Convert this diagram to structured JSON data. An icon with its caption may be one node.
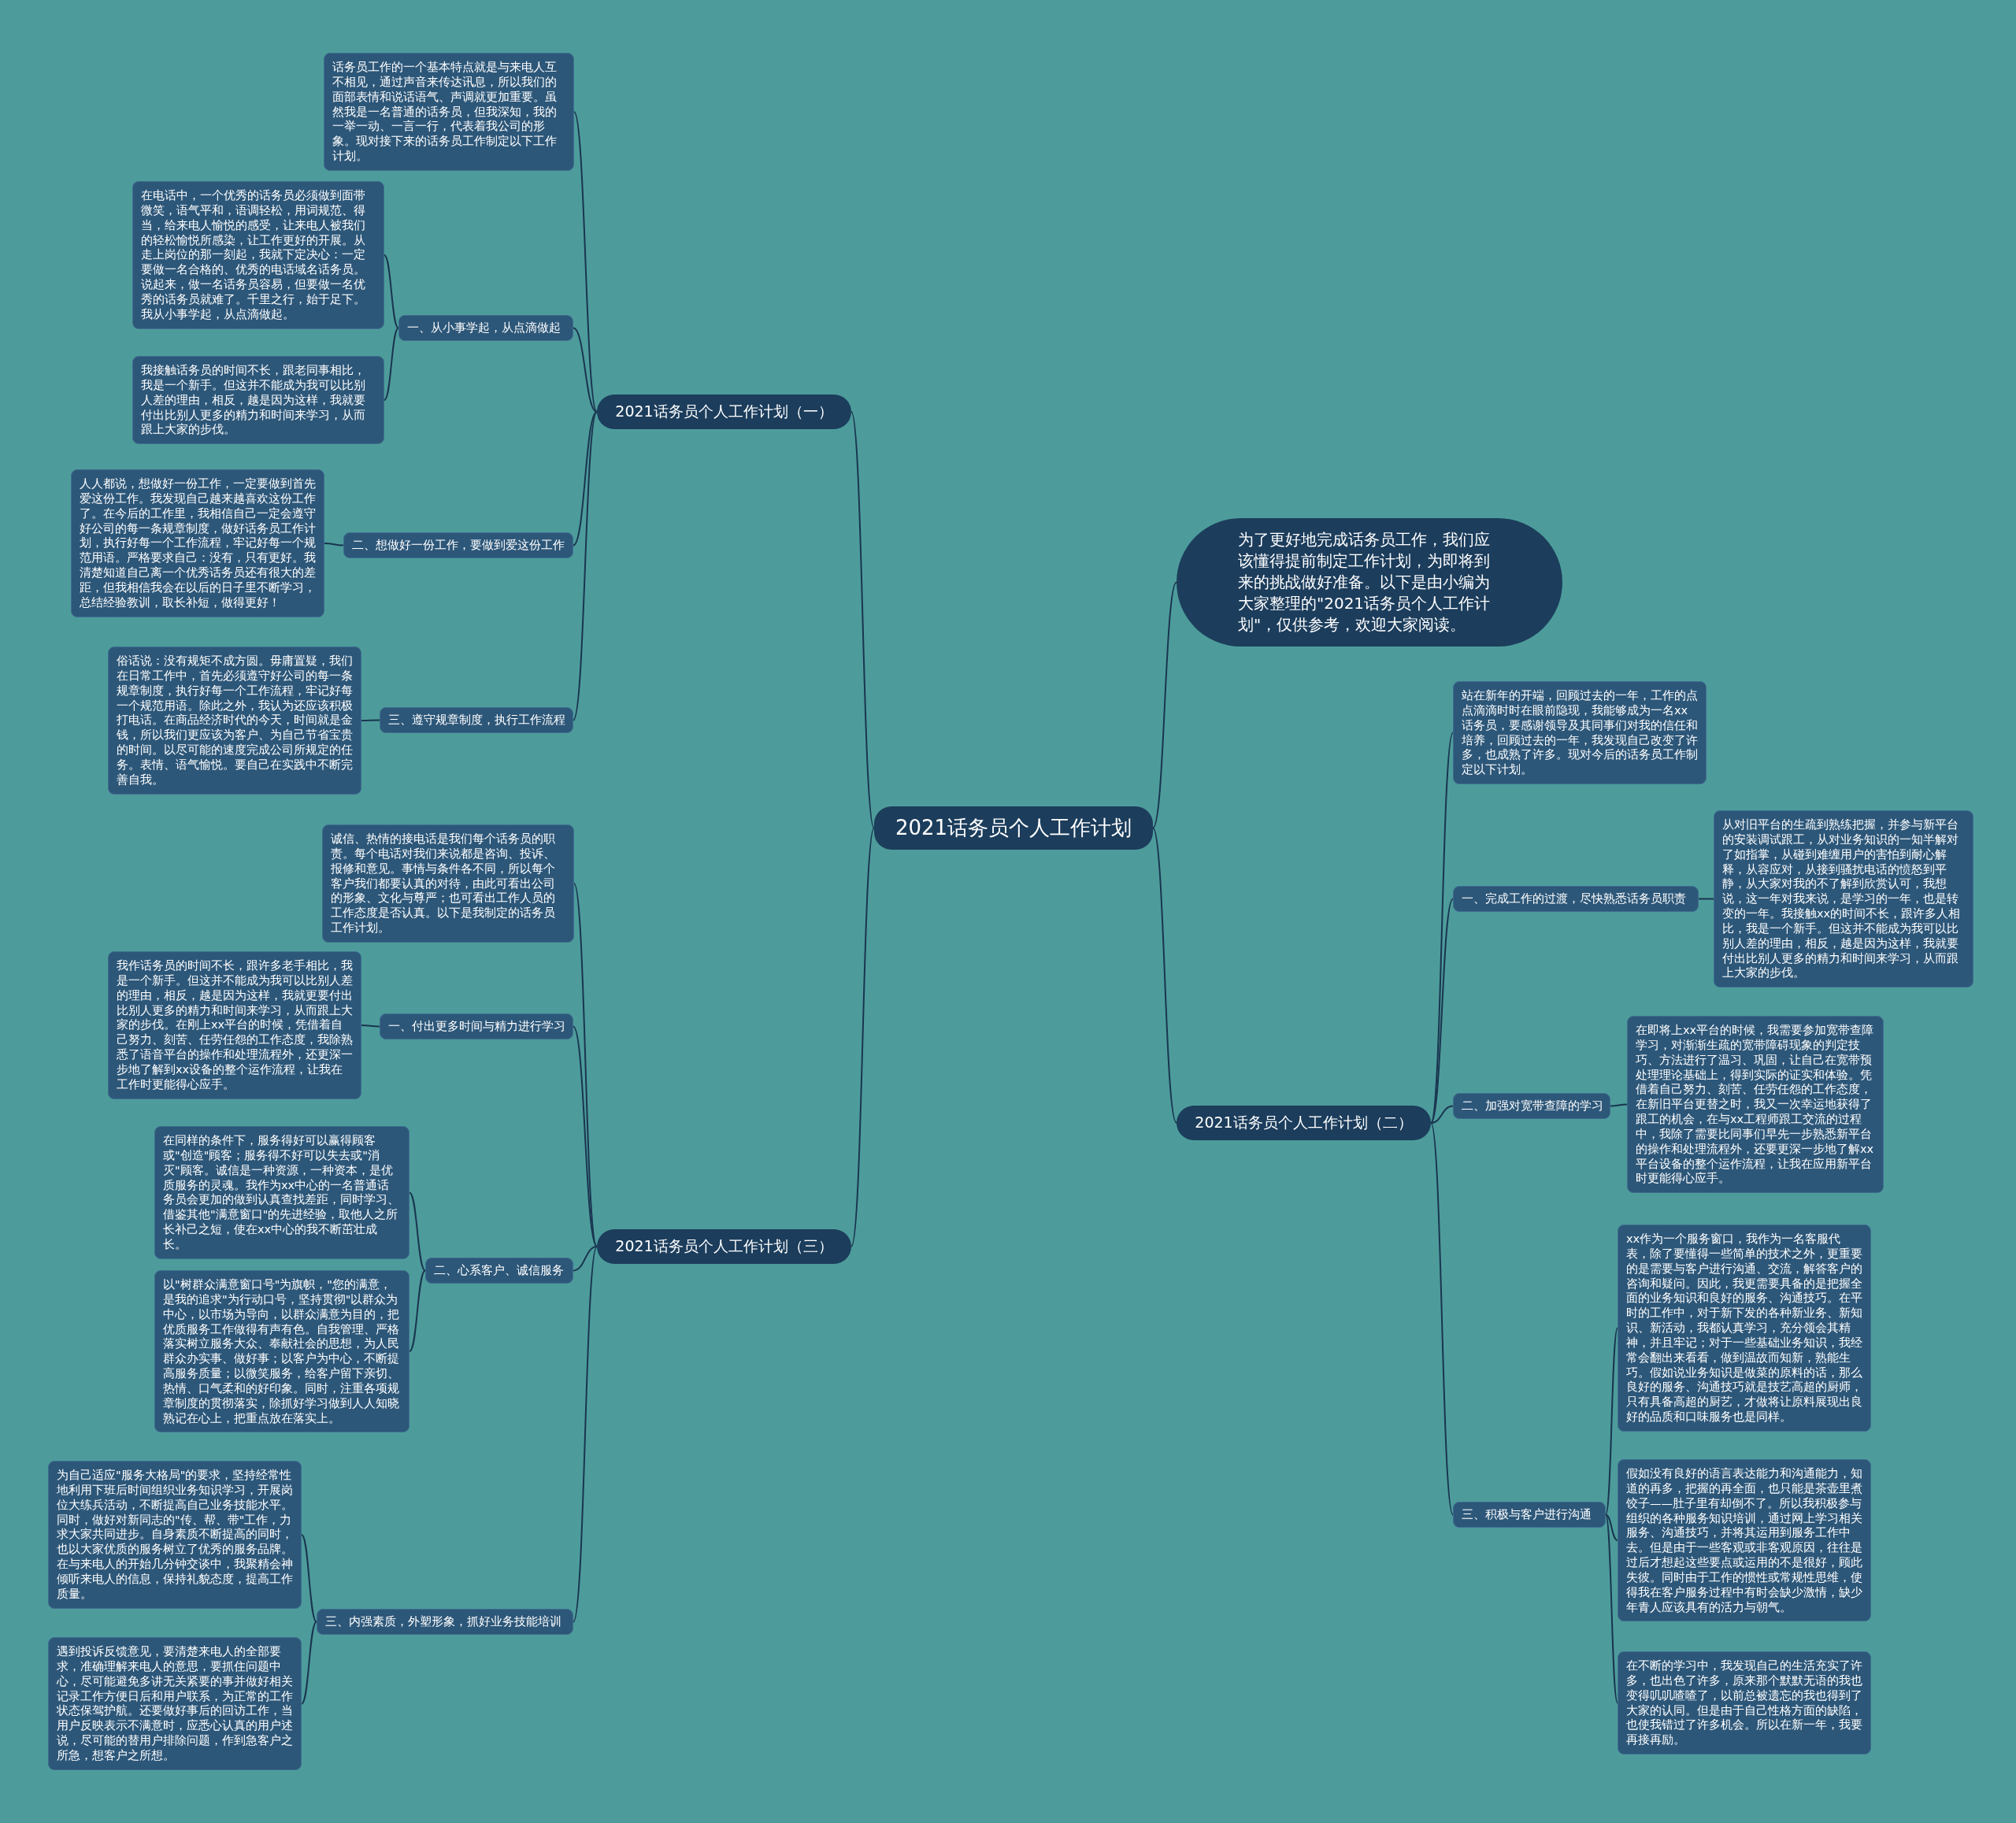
{
  "diagram": {
    "nodes": [
      {
        "text": [
          "2021话务员个人工作计划"
        ]
      },
      {
        "text": [
          "2021话务员个人工作计划（一）"
        ]
      },
      {
        "text": [
          "话务员工作的一个基本特点就是与来电人互不相见，通过声音来传达讯息，所以我们的面部表情和说话语气、声调就更加重要。虽然我是一名普通的话务员，但我深知，我的一举一动、一言一行，代表着我公司的形象。现对接下来的话务员工作制定以下工作计划。"
        ]
      },
      {
        "text": [
          "一、从小事学起，从点滴做起"
        ]
      },
      {
        "text": [
          "在电话中，一个优秀的话务员必须做到面带微笑，语气平和，语调轻松，用词规范、得当，给来电人愉悦的感受，让来电人被我们的轻松愉悦所感染，让工作更好的开展。从走上岗位的那一刻起，我就下定决心：一定要做一名合格的、优秀的电话域名话务员。说起来，做一名话务员容易，但要做一名优秀的话务员就难了。千里之行，始于足下。我从小事学起，从点滴做起。"
        ]
      },
      {
        "text": [
          "我接触话务员的时间不长，跟老同事相比，我是一个新手。但这并不能成为我可以比别人差的理由，相反，越是因为这样，我就要付出比别人更多的精力和时间来学习，从而跟上大家的步伐。"
        ]
      },
      {
        "text": [
          "二、想做好一份工作，要做到爱这份工作"
        ]
      },
      {
        "text": [
          "人人都说，想做好一份工作，一定要做到首先爱这份工作。我发现自己越来越喜欢这份工作了。在今后的工作里，我相信自己一定会遵守好公司的每一条规章制度，做好话务员工作计划，执行好每一个工作流程，牢记好每一个规范用语。严格要求自己：没有，只有更好。我清楚知道自己离一个优秀话务员还有很大的差距，但我相信我会在以后的日子里不断学习，总结经验教训，取长补短，做得更好！"
        ]
      },
      {
        "text": [
          "三、遵守规章制度，执行工作流程"
        ]
      },
      {
        "text": [
          "俗话说：没有规矩不成方圆。毋庸置疑，我们在日常工作中，首先必须遵守好公司的每一条规章制度，执行好每一个工作流程，牢记好每一个规范用语。除此之外，我认为还应该积极打电话。在商品经济时代的今天，时间就是金钱，所以我们更应该为客户、为自己节省宝贵的时间。以尽可能的速度完成公司所规定的任务。表情、语气愉悦。要自己在实践中不断完善自我。"
        ]
      },
      {
        "text": [
          "2021话务员个人工作计划（三）"
        ]
      },
      {
        "text": [
          "诚信、热情的接电话是我们每个话务员的职责。每个电话对我们来说都是咨询、投诉、报修和意见。事情与条件各不同，所以每个客户我们都要认真的对待，由此可看出公司的形象、文化与尊严；也可看出工作人员的工作态度是否认真。以下是我制定的话务员工作计划。"
        ]
      },
      {
        "text": [
          "一、付出更多时间与精力进行学习"
        ]
      },
      {
        "text": [
          "我作话务员的时间不长，跟许多老手相比，我是一个新手。但这并不能成为我可以比别人差的理由，相反，越是因为这样，我就更要付出比别人更多的精力和时间来学习，从而跟上大家的步伐。在刚上xx平台的时候，凭借着自己努力、刻苦、任劳任怨的工作态度，我除熟悉了语音平台的操作和处理流程外，还更深一步地了解到xx设备的整个运作流程，让我在工作时更能得心应手。"
        ]
      },
      {
        "text": [
          "二、心系客户、诚信服务"
        ]
      },
      {
        "text": [
          "在同样的条件下，服务得好可以赢得顾客或\"创造\"顾客；服务得不好可以失去或\"消灭\"顾客。诚信是一种资源，一种资本，是优质服务的灵魂。我作为xx中心的一名普通话务员会更加的做到认真查找差距，同时学习、借鉴其他\"满意窗口\"的先进经验，取他人之所长补己之短，使在xx中心的我不断茁壮成长。"
        ]
      },
      {
        "text": [
          "以\"树群众满意窗口号\"为旗帜，\"您的满意，是我的追求\"为行动口号，坚持贯彻\"以群众为中心，以市场为导向，以群众满意为目的，把优质服务工作做得有声有色。自我管理、严格落实树立服务大众、奉献社会的思想，为人民群众办实事、做好事；以客户为中心，不断提高服务质量；以微笑服务，给客户留下亲切、热情、口气柔和的好印象。同时，注重各项规章制度的贯彻落实，除抓好学习做到人人知晓熟记在心上，把重点放在落实上。"
        ]
      },
      {
        "text": [
          "三、内强素质，外塑形象，抓好业务技能培训"
        ]
      },
      {
        "text": [
          "为自己适应\"服务大格局\"的要求，坚持经常性地利用下班后时间组织业务知识学习，开展岗位大练兵活动，不断提高自己业务技能水平。同时，做好对新同志的\"传、帮、带\"工作，力求大家共同进步。自身素质不断提高的同时，也以大家优质的服务树立了优秀的服务品牌。在与来电人的开始几分钟交谈中，我聚精会神倾听来电人的信息，保持礼貌态度，提高工作质量。"
        ]
      },
      {
        "text": [
          "遇到投诉反馈意见，要清楚来电人的全部要求，准确理解来电人的意思，要抓住问题中心，尽可能避免多讲无关紧要的事并做好相关记录工作方便日后和用户联系，为正常的工作状态保驾护航。还要做好事后的回访工作，当用户反映表示不满意时，应悉心认真的用户述说，尽可能的替用户排除问题，作到急客户之所急，想客户之所想。"
        ]
      },
      {
        "text": [
          "为了更好地完成话务员工作，我们应该懂得提前制定工作计划，为即将到来的挑战做好准备。以下是由小编为大家整理的\"2021话务员个人工作计划\"，仅供参考，欢迎大家阅读。"
        ]
      },
      {
        "text": [
          "2021话务员个人工作计划（二）"
        ]
      },
      {
        "text": [
          "站在新年的开端，回顾过去的一年，工作的点点滴滴时时在眼前隐现，我能够成为一名xx话务员，要感谢领导及其同事们对我的信任和培养，回顾过去的一年，我发现自己改变了许多，也成熟了许多。现对今后的话务员工作制定以下计划。"
        ]
      },
      {
        "text": [
          "一、完成工作的过渡，尽快熟悉话务员职责"
        ]
      },
      {
        "text": [
          "从对旧平台的生疏到熟练把握，并参与新平台的安装调试跟工，从对业务知识的一知半解对了如指掌，从碰到难缠用户的害怕到耐心解释，从容应对，从接到骚扰电话的愤怒到平静，从大家对我的不了解到欣赏认可，我想说，这一年对我来说，是学习的一年，也是转变的一年。我接触xx的时间不长，跟许多人相比，我是一个新手。但这并不能成为我可以比别人差的理由，相反，越是因为这样，我就要付出比别人更多的精力和时间来学习，从而跟上大家的步伐。"
        ]
      },
      {
        "text": [
          "二、加强对宽带查障的学习"
        ]
      },
      {
        "text": [
          "在即将上xx平台的时候，我需要参加宽带查障学习，对渐渐生疏的宽带障碍现象的判定技巧、方法进行了温习、巩固，让自己在宽带预处理理论基础上，得到实际的证实和体验。凭借着自己努力、刻苦、任劳任怨的工作态度，在新旧平台更替之时，我又一次幸运地获得了跟工的机会，在与xx工程师跟工交流的过程中，我除了需要比同事们早先一步熟悉新平台的操作和处理流程外，还要更深一步地了解xx平台设备的整个运作流程，让我在应用新平台时更能得心应手。"
        ]
      },
      {
        "text": [
          "三、积极与客户进行沟通"
        ]
      },
      {
        "text": [
          "xx作为一个服务窗口，我作为一名客服代表，除了要懂得一些简单的技术之外，更重要的是需要与客户进行沟通、交流，解答客户的咨询和疑问。因此，我更需要具备的是把握全面的业务知识和良好的服务、沟通技巧。在平时的工作中，对于新下发的各种新业务、新知识、新活动，我都认真学习，充分领会其精神，并且牢记；对于一些基础业务知识，我经常会翻出来看看，做到温故而知新，熟能生巧。假如说业务知识是做菜的原料的话，那么良好的服务、沟通技巧就是技艺高超的厨师，只有具备高超的厨艺，才做将让原料展现出良好的品质和口味服务也是同样。"
        ]
      },
      {
        "text": [
          "假如没有良好的语言表达能力和沟通能力，知道的再多，把握的再全面，也只能是茶壶里煮饺子——肚子里有却倒不了。所以我积极参与组织的各种服务知识培训，通过网上学习相关服务、沟通技巧，并将其运用到服务工作中去。但是由于一些客观或非客观原因，往往是过后才想起这些要点或运用的不是很好，顾此失彼。同时由于工作的惯性或常规性思维，使得我在客户服务过程中有时会缺少激情，缺少年青人应该具有的活力与朝气。"
        ]
      },
      {
        "text": [
          "在不断的学习中，我发现自己的生活充实了许多，也出色了许多，原来那个默默无语的我也变得叽叽喳喳了，以前总被遗忘的我也得到了大家的认同。但是由于自己性格方面的缺陷，也使我错过了许多机会。所以在新一年，我要再接再励。"
        ]
      }
    ],
    "edges": [
      {
        "from": 0,
        "to": 1,
        "arrow": "none"
      },
      {
        "from": 0,
        "to": 10,
        "arrow": "none"
      },
      {
        "from": 0,
        "to": 20,
        "arrow": "none"
      },
      {
        "from": 0,
        "to": 21,
        "arrow": "none"
      },
      {
        "from": 1,
        "to": 2,
        "arrow": "none"
      },
      {
        "from": 1,
        "to": 3,
        "arrow": "none"
      },
      {
        "from": 1,
        "to": 6,
        "arrow": "none"
      },
      {
        "from": 1,
        "to": 8,
        "arrow": "none"
      },
      {
        "from": 3,
        "to": 4,
        "arrow": "none"
      },
      {
        "from": 3,
        "to": 5,
        "arrow": "none"
      },
      {
        "from": 6,
        "to": 7,
        "arrow": "none"
      },
      {
        "from": 8,
        "to": 9,
        "arrow": "none"
      },
      {
        "from": 10,
        "to": 11,
        "arrow": "none"
      },
      {
        "from": 10,
        "to": 12,
        "arrow": "none"
      },
      {
        "from": 10,
        "to": 14,
        "arrow": "none"
      },
      {
        "from": 10,
        "to": 17,
        "arrow": "none"
      },
      {
        "from": 12,
        "to": 13,
        "arrow": "none"
      },
      {
        "from": 14,
        "to": 15,
        "arrow": "none"
      },
      {
        "from": 14,
        "to": 16,
        "arrow": "none"
      },
      {
        "from": 17,
        "to": 18,
        "arrow": "none"
      },
      {
        "from": 17,
        "to": 19,
        "arrow": "none"
      },
      {
        "from": 21,
        "to": 22,
        "arrow": "none"
      },
      {
        "from": 21,
        "to": 23,
        "arrow": "none"
      },
      {
        "from": 21,
        "to": 25,
        "arrow": "none"
      },
      {
        "from": 21,
        "to": 27,
        "arrow": "none"
      },
      {
        "from": 23,
        "to": 24,
        "arrow": "none"
      },
      {
        "from": 25,
        "to": 26,
        "arrow": "none"
      },
      {
        "from": 27,
        "to": 28,
        "arrow": "none"
      },
      {
        "from": 27,
        "to": 29,
        "arrow": "none"
      },
      {
        "from": 27,
        "to": 30,
        "arrow": "none"
      }
    ]
  }
}
